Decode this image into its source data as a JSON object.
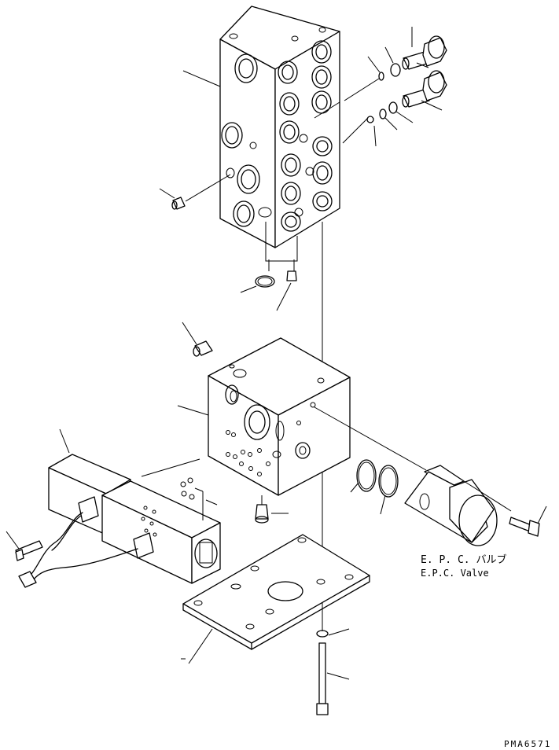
{
  "labels": {
    "epc_jp": "E. P. C. バルブ",
    "epc_en": "E.P.C. Valve",
    "drawing_code": "PMA6571"
  }
}
